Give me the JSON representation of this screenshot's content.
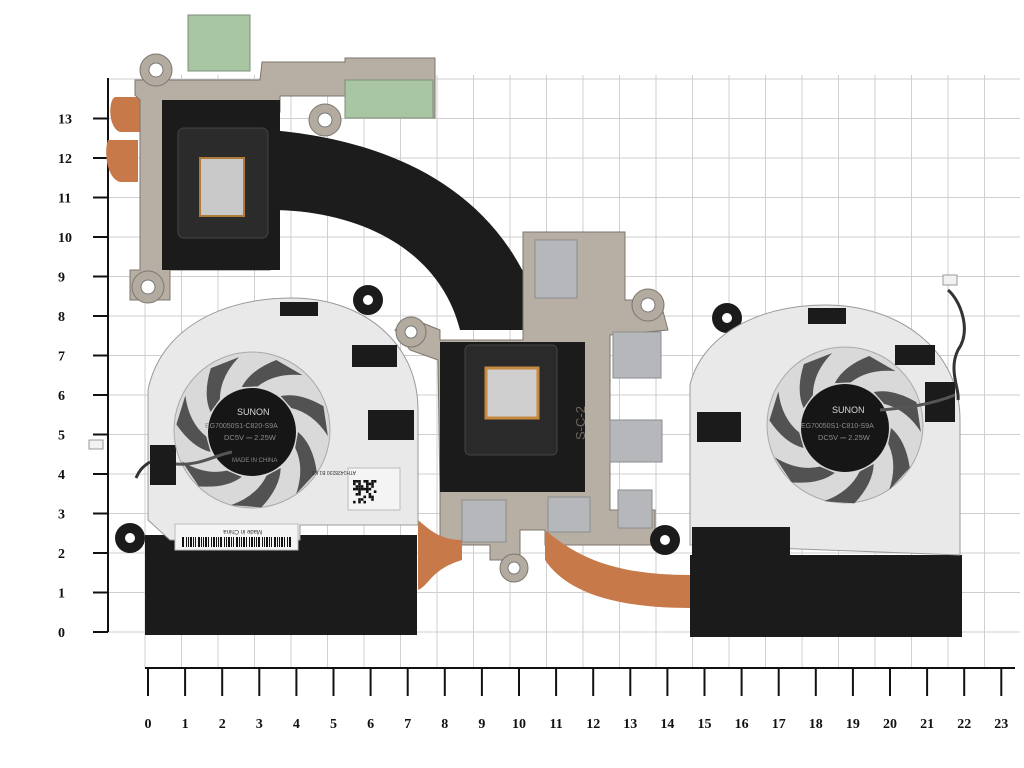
{
  "scale": {
    "x_labels": [
      "0",
      "1",
      "2",
      "3",
      "4",
      "5",
      "6",
      "7",
      "8",
      "9",
      "10",
      "11",
      "12",
      "13",
      "14",
      "15",
      "16",
      "17",
      "18",
      "19",
      "20",
      "21",
      "22",
      "23"
    ],
    "y_labels": [
      "0",
      "1",
      "2",
      "3",
      "4",
      "5",
      "6",
      "7",
      "8",
      "9",
      "10",
      "11",
      "12",
      "13"
    ]
  },
  "left_fan": {
    "brand": "SUNON",
    "model": "EG70050S1-C820-S9A",
    "rating": "DC5V  ⎓  2.25W",
    "origin": "MADE IN CHINA",
    "sticker_text": "Made in China",
    "qr_text": "ATH1428230 B1 K5"
  },
  "right_fan": {
    "brand": "SUNON",
    "model": "EG70050S1-C810-S9A",
    "rating": "DC5V  ⎓  2.25W"
  },
  "heatsink": {
    "stamp": "S-C-2"
  },
  "colors": {
    "grid": "#cfcfcf",
    "copper": "#c8794a",
    "black": "#1b1b1b",
    "metal": "#b7afa3",
    "fan_body": "#e9e9ea",
    "thermal_pad_green": "#a9c6a3",
    "thermal_pad_grey": "#b5b7ba"
  }
}
